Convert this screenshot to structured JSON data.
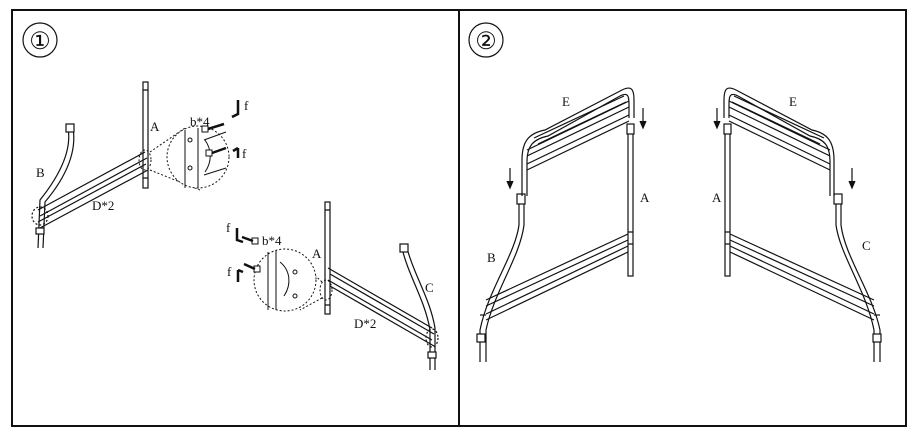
{
  "panels": [
    {
      "step": "①",
      "labels": {
        "a_top": "A",
        "b": "B",
        "d_left": "D*2",
        "b4_top": "b*4",
        "f_top1": "f",
        "f_top2": "f",
        "f_mid1": "f",
        "b4_mid": "b*4",
        "f_mid2": "f",
        "a_mid": "A",
        "c": "C",
        "d_right": "D*2"
      }
    },
    {
      "step": "②",
      "labels": {
        "e_left": "E",
        "a_left": "A",
        "b": "B",
        "e_right": "E",
        "a_right": "A",
        "c": "C"
      }
    }
  ]
}
